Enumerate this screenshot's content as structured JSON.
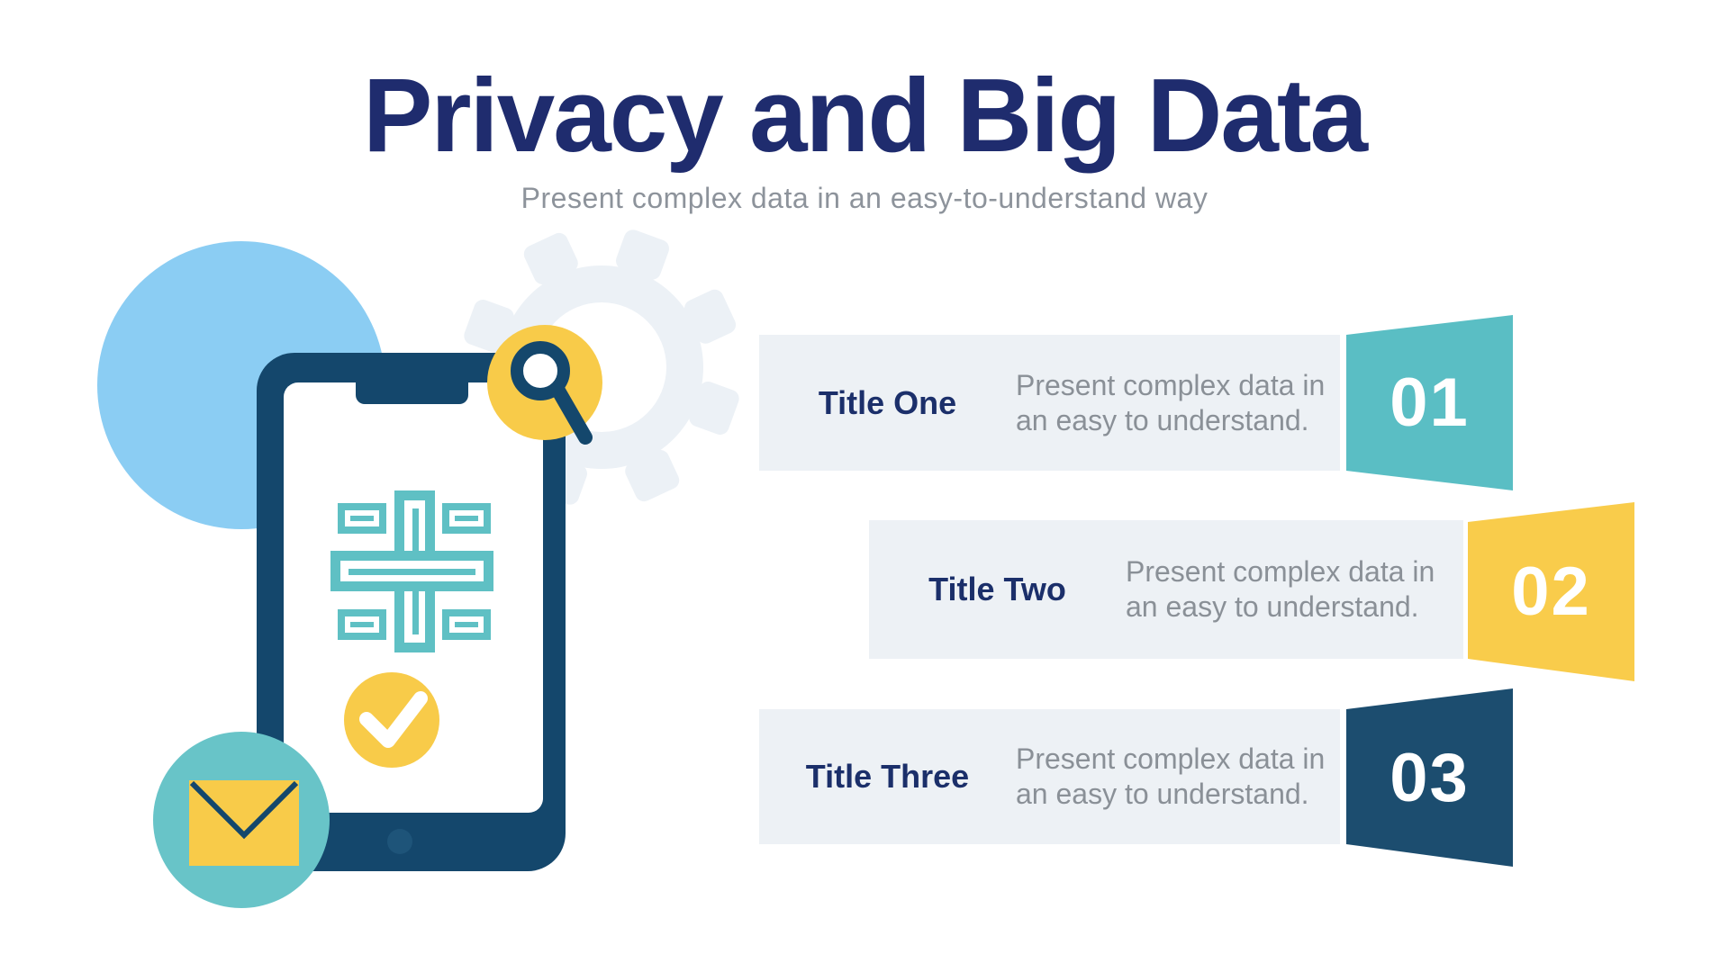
{
  "slide": {
    "title": "Privacy and Big Data",
    "subtitle": "Present complex data in an easy-to-understand way"
  },
  "rows": [
    {
      "number": "01",
      "title": "Title One",
      "desc_line1": "Present complex data in",
      "desc_line2": "an easy to understand.",
      "accent_color": "#5ABEC4"
    },
    {
      "number": "02",
      "title": "Title Two",
      "desc_line1": "Present complex data in",
      "desc_line2": "an easy to understand.",
      "accent_color": "#F9CC4B"
    },
    {
      "number": "03",
      "title": "Title Three",
      "desc_line1": "Present complex data in",
      "desc_line2": "an easy to understand.",
      "accent_color": "#1C4D6F"
    }
  ],
  "illustration": {
    "icons": [
      "globe-icon",
      "gear-icon",
      "smartphone-icon",
      "data-cross-icon",
      "checkmark-icon",
      "search-icon",
      "envelope-icon"
    ]
  },
  "colors": {
    "title_text": "#1F2C6E",
    "row_title_text": "#1B2F6A",
    "body_text": "#8A9097",
    "panel_bg": "#EDF1F5",
    "accent_teal": "#5ABEC4",
    "accent_yellow": "#F9CC4B",
    "accent_navy": "#1C4D6F",
    "phone_navy": "#14476C",
    "home_button_navy": "#1E5479",
    "globe_blue": "#8BCDF3",
    "gear_gray": "#ECF1F6",
    "cross_teal": "#5FC0C4",
    "envelope_circle_teal": "#68C4C8",
    "icon_yellow": "#F8CB49",
    "number_text": "#FFFFFF"
  }
}
